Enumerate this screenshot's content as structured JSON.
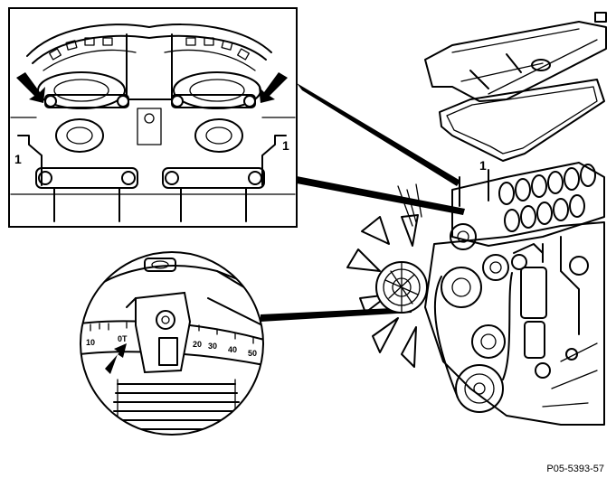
{
  "callout_labels": {
    "inset_left": "1",
    "inset_right": "1",
    "engine": "1"
  },
  "timing_scale": {
    "ticks": [
      "10",
      "0T",
      "20",
      "30",
      "40",
      "50"
    ]
  },
  "reference_code": "P05-5393-57",
  "icons": [
    "pointer-arrow",
    "leader-line",
    "timing-mark"
  ],
  "colors": {
    "ink": "#000000",
    "paper": "#ffffff"
  }
}
